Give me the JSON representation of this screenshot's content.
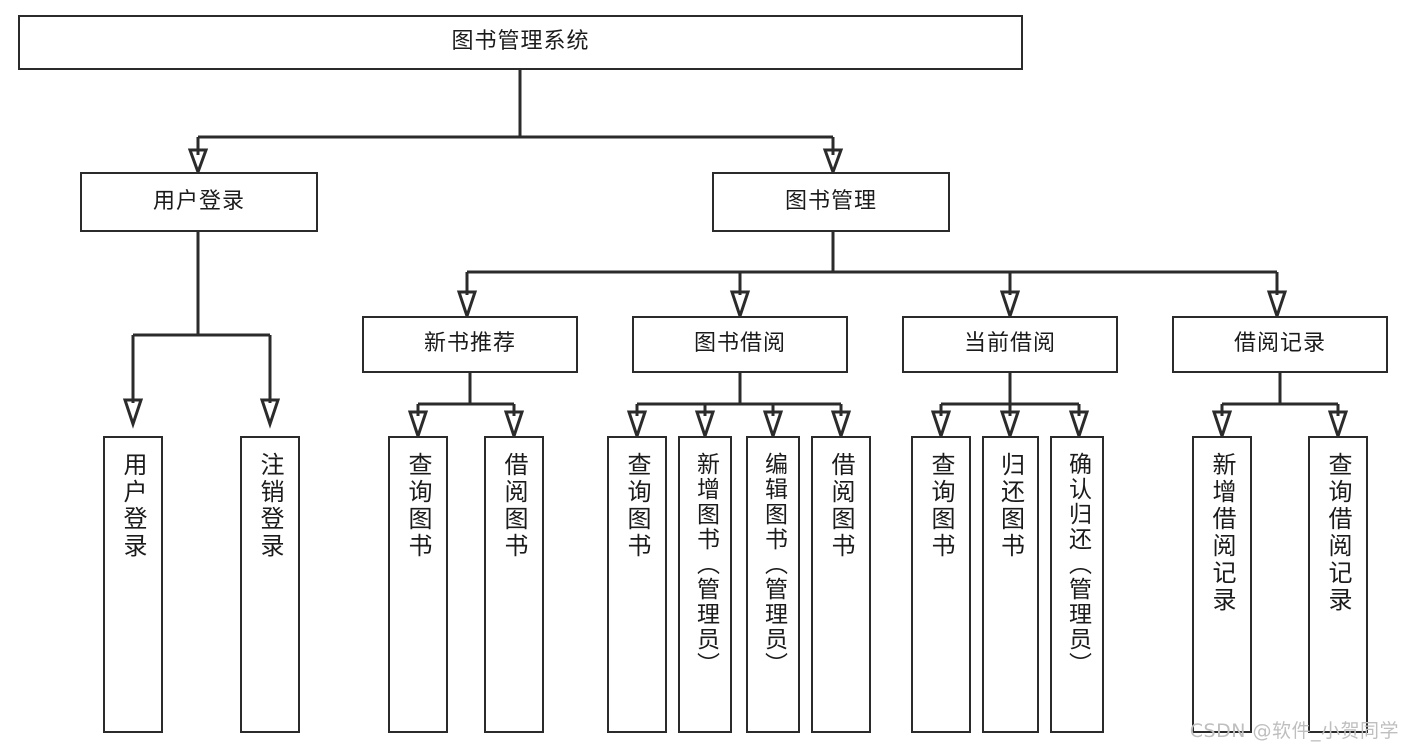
{
  "diagram": {
    "type": "tree",
    "title": "图书管理系统",
    "root": {
      "label": "图书管理系统"
    },
    "level2": [
      {
        "label": "用户登录"
      },
      {
        "label": "图书管理"
      }
    ],
    "level3": [
      {
        "label": "新书推荐"
      },
      {
        "label": "图书借阅"
      },
      {
        "label": "当前借阅"
      },
      {
        "label": "借阅记录"
      }
    ],
    "leaves": {
      "user_login": [
        {
          "label": "用户登录"
        },
        {
          "label": "注销登录"
        }
      ],
      "new_book_recommend": [
        {
          "label": "查询图书"
        },
        {
          "label": "借阅图书"
        }
      ],
      "book_borrow": [
        {
          "label": "查询图书"
        },
        {
          "label": "新增图书（管理员）"
        },
        {
          "label": "编辑图书（管理员）"
        },
        {
          "label": "借阅图书"
        }
      ],
      "current_borrow": [
        {
          "label": "查询图书"
        },
        {
          "label": "归还图书"
        },
        {
          "label": "确认归还（管理员）"
        }
      ],
      "borrow_record": [
        {
          "label": "新增借阅记录"
        },
        {
          "label": "查询借阅记录"
        }
      ]
    }
  },
  "watermark": {
    "text": "CSDN @软件_小贺同学"
  },
  "colors": {
    "stroke": "#2b2b2b",
    "background": "#ffffff",
    "text": "#1b1b1b",
    "watermark": "#bfbfbf"
  }
}
